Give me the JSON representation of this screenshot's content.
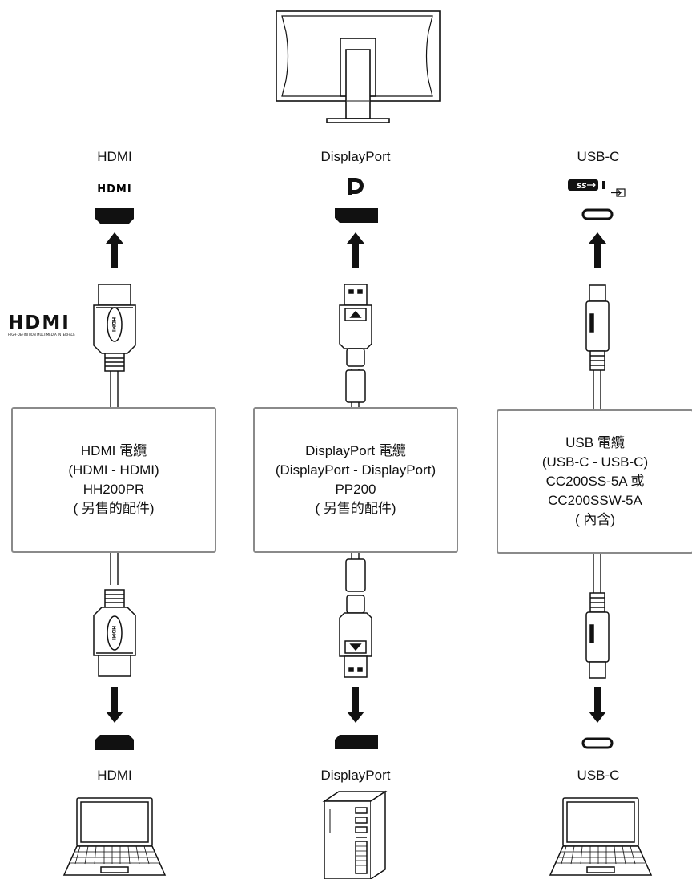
{
  "top_labels": {
    "hdmi": "HDMI",
    "displayport": "DisplayPort",
    "usbc": "USB-C"
  },
  "bottom_labels": {
    "hdmi": "HDMI",
    "displayport": "DisplayPort",
    "usbc": "USB-C"
  },
  "logos": {
    "hdmi_small": "HDMI",
    "hdmi_large": "HDMI",
    "hdmi_tagline": "HIGH-DEFINITION MULTIMEDIA INTERFACE",
    "usb_ss": "SS"
  },
  "cable_boxes": {
    "hdmi": {
      "line1": "HDMI 電纜",
      "line2": "(HDMI - HDMI)",
      "line3": "HH200PR",
      "line4": "( 另售的配件)"
    },
    "displayport": {
      "line1": "DisplayPort 電纜",
      "line2": "(DisplayPort - DisplayPort)",
      "line3": "PP200",
      "line4": "( 另售的配件)"
    },
    "usbc": {
      "line1": "USB 電纜",
      "line2": "(USB-C - USB-C)",
      "line3": "CC200SS-5A 或",
      "line4": "CC200SSW-5A",
      "line5": "( 內含)"
    }
  },
  "icons": [
    "monitor-icon",
    "hdmi-port-icon",
    "displayport-port-icon",
    "usbc-port-icon",
    "arrow-up-icon",
    "arrow-down-icon",
    "hdmi-plug-icon",
    "displayport-plug-icon",
    "usbc-plug-icon",
    "laptop-icon",
    "desktop-tower-icon"
  ]
}
